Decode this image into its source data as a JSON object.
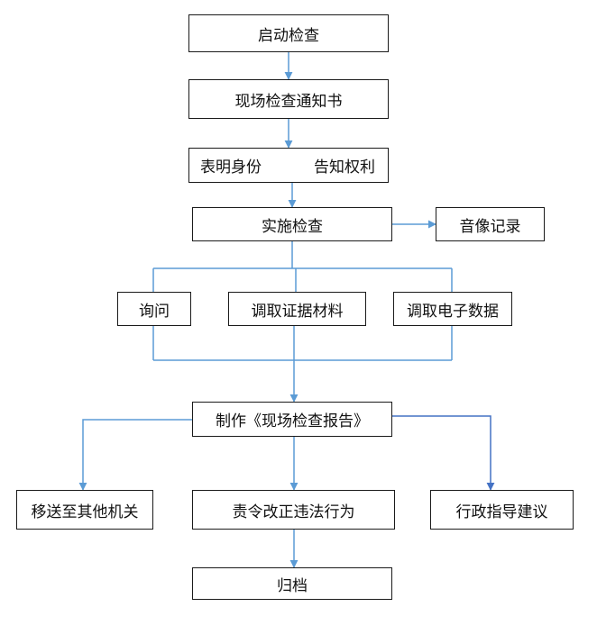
{
  "diagram": {
    "nodes": {
      "start": "启动检查",
      "notice": "现场检查通知书",
      "identity": "表明身份",
      "rights": "告知权利",
      "implement": "实施检查",
      "record": "音像记录",
      "inquiry": "询问",
      "materials": "调取证据材料",
      "electronic": "调取电子数据",
      "report": "制作《现场检查报告》",
      "transfer": "移送至其他机关",
      "correct": "责令改正违法行为",
      "advice": "行政指导建议",
      "archive": "归档"
    }
  },
  "colors": {
    "connector": "#5b9bd5",
    "connector_dark": "#4472c4",
    "box_border": "#1a1a1a"
  }
}
